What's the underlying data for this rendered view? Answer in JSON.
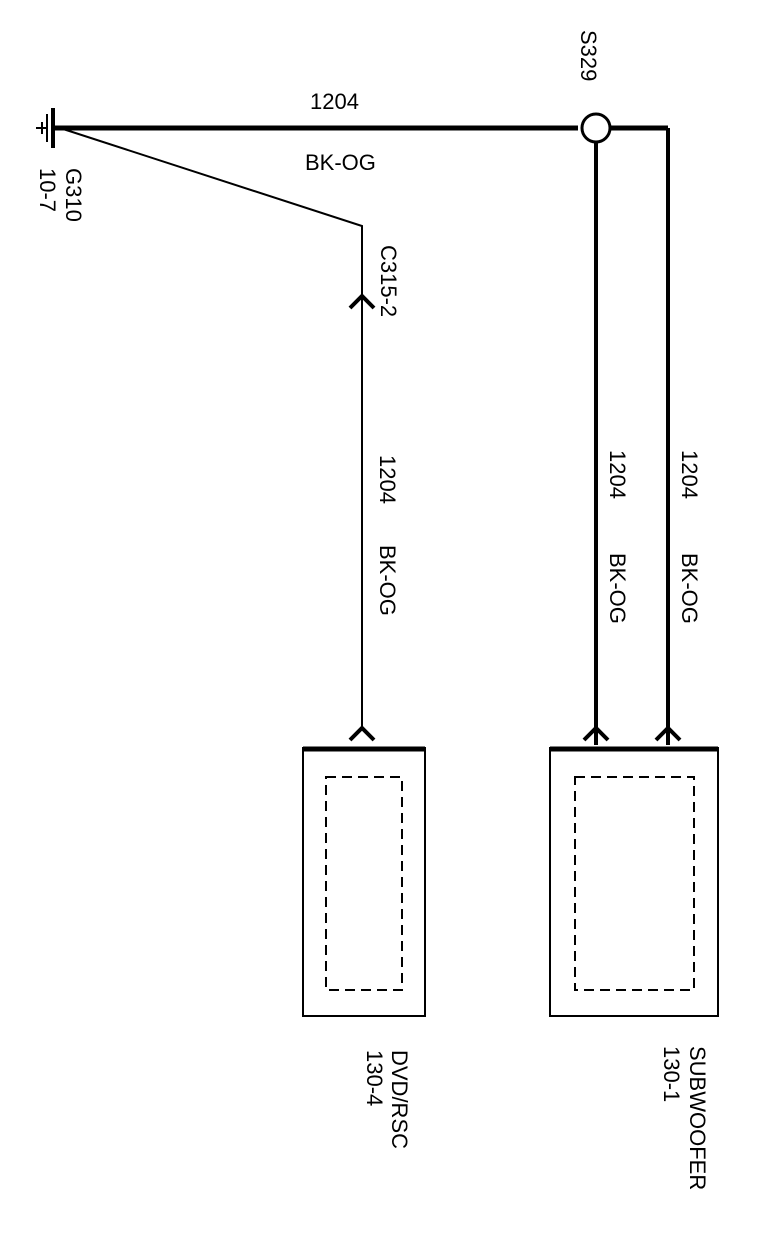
{
  "ground": {
    "id": "G310",
    "ref": "10-7"
  },
  "splice": {
    "id": "S329"
  },
  "connector": {
    "id": "C315-2"
  },
  "wires": {
    "top": {
      "circuit": "1204",
      "color": "BK-OG"
    },
    "dvd_branch": {
      "circuit": "1204",
      "color": "BK-OG"
    },
    "sub_branch_1": {
      "circuit": "1204",
      "color": "BK-OG"
    },
    "sub_branch_2": {
      "circuit": "1204",
      "color": "BK-OG"
    }
  },
  "components": {
    "dvd": {
      "name": "DVD/RSC",
      "ref": "130-4"
    },
    "subwoofer": {
      "name": "SUBWOOFER",
      "ref": "130-1"
    }
  }
}
